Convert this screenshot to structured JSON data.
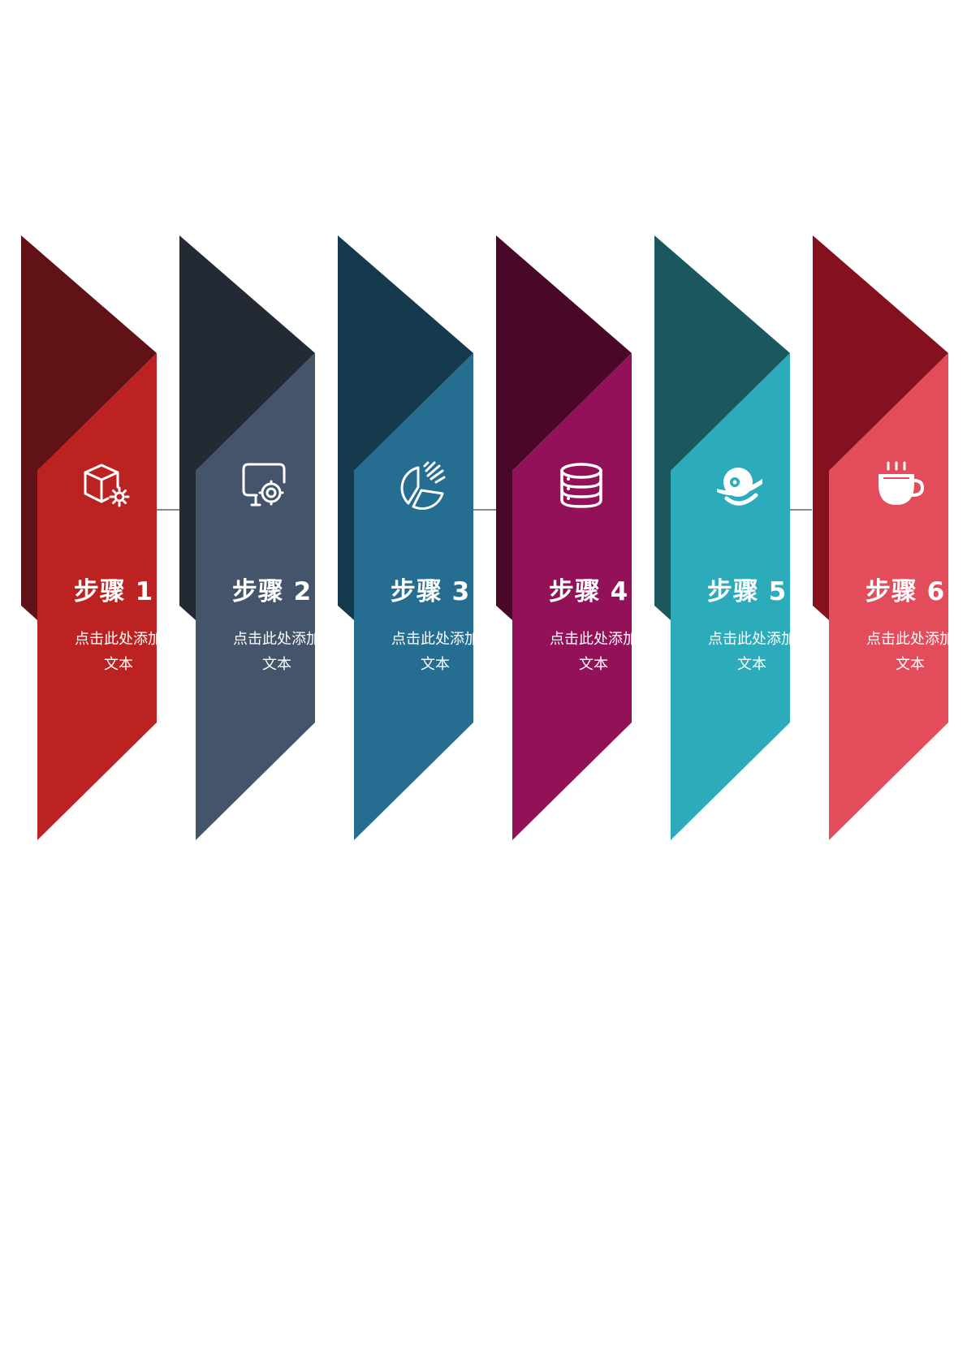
{
  "steps": [
    {
      "title": "步骤 1",
      "line1": "点击此处添加",
      "line2": "文本",
      "icon": "cube-gear-icon",
      "front": "#BD2222",
      "back": "#611216"
    },
    {
      "title": "步骤 2",
      "line1": "点击此处添加",
      "line2": "文本",
      "icon": "monitor-gear-icon",
      "front": "#44546A",
      "back": "#232A34"
    },
    {
      "title": "步骤 3",
      "line1": "点击此处添加",
      "line2": "文本",
      "icon": "pie-chart-icon",
      "front": "#256E92",
      "back": "#15394D"
    },
    {
      "title": "步骤 4",
      "line1": "点击此处添加",
      "line2": "文本",
      "icon": "database-icon",
      "front": "#931158",
      "back": "#4A0829"
    },
    {
      "title": "步骤 5",
      "line1": "点击此处添加",
      "line2": "文本",
      "icon": "planet-icon",
      "front": "#2CACBA",
      "back": "#1B575F"
    },
    {
      "title": "步骤 6",
      "line1": "点击此处添加",
      "line2": "文本",
      "icon": "coffee-cup-icon",
      "front": "#E34C5A",
      "back": "#84111D"
    }
  ]
}
